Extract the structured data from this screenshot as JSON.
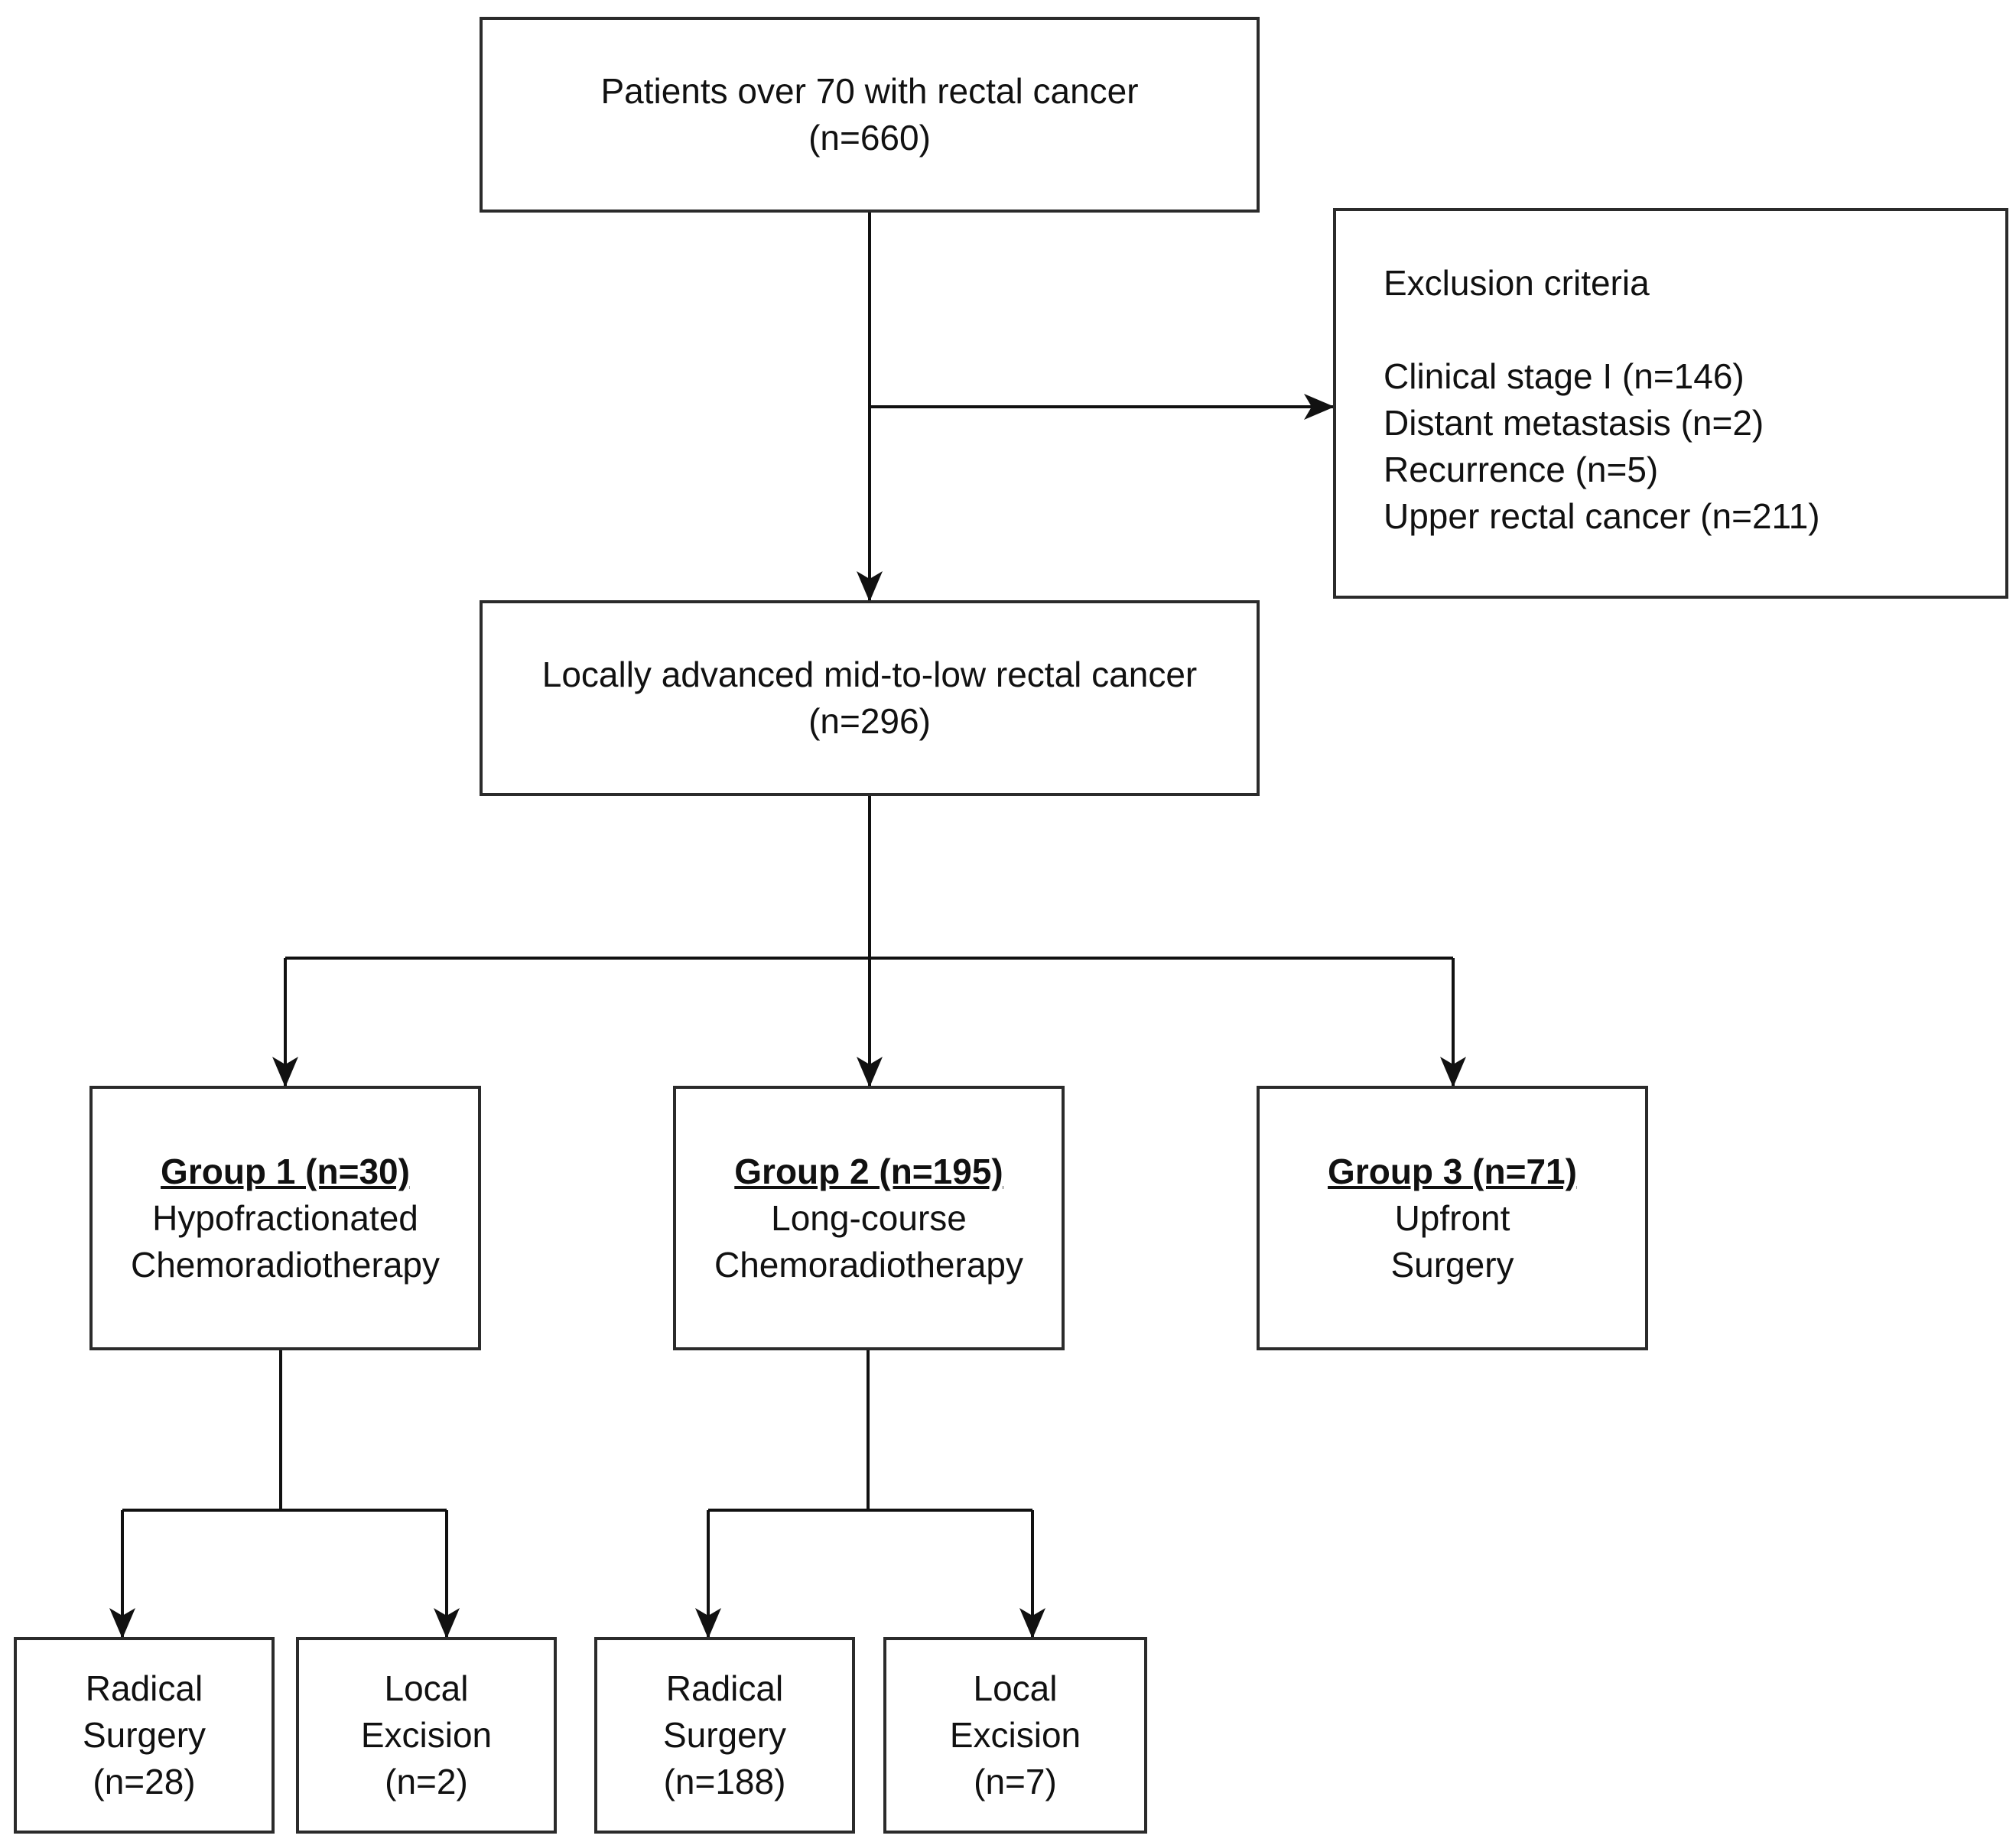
{
  "nodes": {
    "patients": {
      "line1": "Patients over 70 with rectal cancer",
      "line2": "(n=660)"
    },
    "exclusion": {
      "title": "Exclusion criteria",
      "items": [
        "Clinical stage I (n=146)",
        "Distant metastasis (n=2)",
        "Recurrence (n=5)",
        "Upper rectal cancer (n=211)"
      ]
    },
    "advanced": {
      "line1": "Locally advanced mid-to-low rectal cancer",
      "line2": "(n=296)"
    },
    "group1": {
      "title": "Group 1 (n=30)",
      "line1": "Hypofractionated",
      "line2": "Chemoradiotherapy"
    },
    "group2": {
      "title": "Group 2 (n=195)",
      "line1": "Long-course",
      "line2": "Chemoradiotherapy"
    },
    "group3": {
      "title": "Group 3 (n=71)",
      "line1": "Upfront",
      "line2": "Surgery"
    },
    "g1_radical": {
      "line1": "Radical",
      "line2": "Surgery",
      "line3": "(n=28)"
    },
    "g1_local": {
      "line1": "Local",
      "line2": "Excision",
      "line3": "(n=2)"
    },
    "g2_radical": {
      "line1": "Radical",
      "line2": "Surgery",
      "line3": "(n=188)"
    },
    "g2_local": {
      "line1": "Local",
      "line2": "Excision",
      "line3": "(n=7)"
    }
  },
  "colors": {
    "stroke": "#2b2b2b",
    "text": "#111111",
    "background": "#ffffff"
  }
}
